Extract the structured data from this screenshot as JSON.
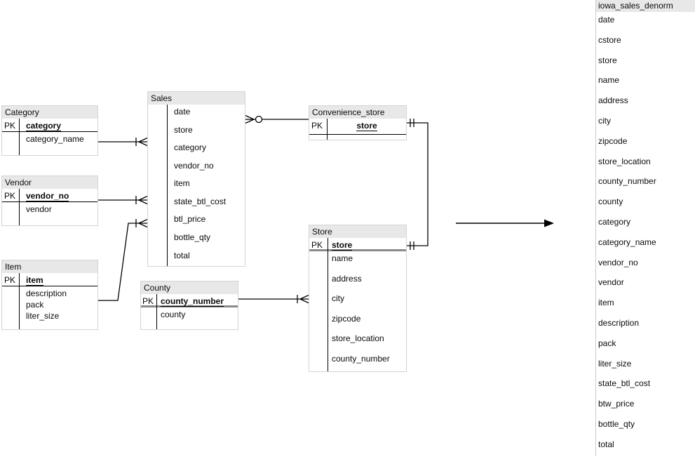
{
  "labels": {
    "pk": "PK"
  },
  "colors": {
    "header_bg": "#e8e8e8",
    "table_border": "#d4d4d4",
    "connector_line": "#000000",
    "thick_divider": "#8a8a8a",
    "panel_border": "#cccccc"
  },
  "tables": {
    "category": {
      "title": "Category",
      "pk": "category",
      "fields": [
        "category_name"
      ]
    },
    "vendor": {
      "title": "Vendor",
      "pk": "vendor_no",
      "fields": [
        "vendor"
      ]
    },
    "item": {
      "title": "Item",
      "pk": "item",
      "fields": [
        "description",
        "pack",
        "liter_size"
      ]
    },
    "sales": {
      "title": "Sales",
      "fields": [
        "date",
        "store",
        "category",
        "vendor_no",
        "item",
        "state_btl_cost",
        "btl_price",
        "bottle_qty",
        "total"
      ]
    },
    "county": {
      "title": "County",
      "pk": "county_number",
      "fields": [
        "county"
      ]
    },
    "convenience_store": {
      "title": "Convenience_store",
      "pk": "store",
      "fields": []
    },
    "store": {
      "title": "Store",
      "pk": "store",
      "fields": [
        "name",
        "address",
        "city",
        "zipcode",
        "store_location",
        "county_number"
      ]
    },
    "iowa_sales_denorm": {
      "title": "iowa_sales_denorm",
      "fields": [
        "date",
        "cstore",
        "store",
        "name",
        "address",
        "city",
        "zipcode",
        "store_location",
        "county_number",
        "county",
        "category",
        "category_name",
        "vendor_no",
        "vendor",
        "item",
        "description",
        "pack",
        "liter_size",
        "state_btl_cost",
        "btw_price",
        "bottle_qty",
        "total"
      ]
    }
  },
  "relationships": [
    {
      "from": "Category",
      "to": "Sales",
      "marks": "one at Category, one-to-many crow's foot at Sales"
    },
    {
      "from": "Vendor",
      "to": "Sales",
      "marks": "one at Vendor, one-to-many crow's foot at Sales"
    },
    {
      "from": "Item",
      "to": "Sales",
      "marks": "one at Item, one-to-many crow's foot at Sales"
    },
    {
      "from": "Sales",
      "to": "Convenience_store",
      "marks": "zero-or-many (crow's foot + circle) at Sales"
    },
    {
      "from": "Convenience_store",
      "to": "Store",
      "marks": "one-and-only-one (double tick) at both ends"
    },
    {
      "from": "County",
      "to": "Store",
      "marks": "one at County, one-to-many crow's foot at Store"
    },
    {
      "from": "diagram",
      "to": "iowa_sales_denorm",
      "marks": "transformation arrow pointing right"
    }
  ]
}
